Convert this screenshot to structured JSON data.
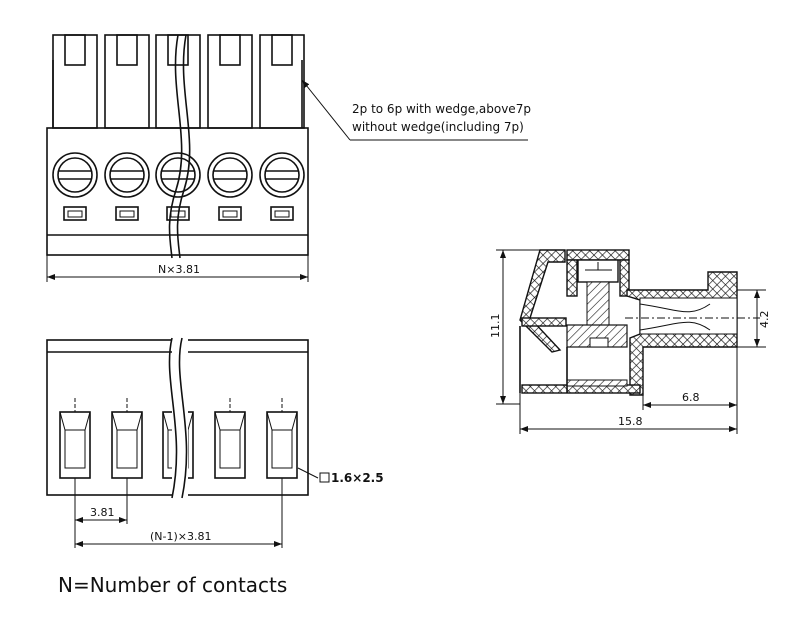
{
  "top_view": {
    "note_line1": "2p to 6p with wedge,above7p",
    "note_line2": "without wedge(including 7p)",
    "width_dim": "N×3.81"
  },
  "bottom_view": {
    "pitch_dim": "3.81",
    "span_dim": "(N-1)×3.81",
    "pin_hole_dim": "1.6×2.5"
  },
  "side_view": {
    "height_dim": "11.1",
    "opening_dim": "4.2",
    "depth_dim": "6.8",
    "length_dim": "15.8"
  },
  "caption": "N=Number of contacts"
}
